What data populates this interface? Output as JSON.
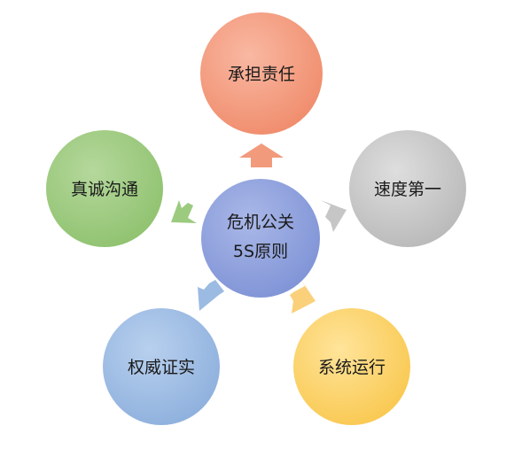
{
  "center": {
    "line1": "危机公关",
    "line2": "5S原则",
    "color_light": "#aab8e8",
    "color_dark": "#7f93d6"
  },
  "nodes": [
    {
      "key": "top",
      "label": "承担责任",
      "color_light": "#f9b8a2",
      "color_dark": "#f08c6c",
      "arrow": "#f29a7c"
    },
    {
      "key": "right",
      "label": "速度第一",
      "color_light": "#dedede",
      "color_dark": "#b9b9b9",
      "arrow": "#c6c6c6"
    },
    {
      "key": "bottom-right",
      "label": "系统运行",
      "color_light": "#ffe49a",
      "color_dark": "#f9c850",
      "arrow": "#fad07a"
    },
    {
      "key": "bottom-left",
      "label": "权威证实",
      "color_light": "#b8d0ee",
      "color_dark": "#8eb0dd",
      "arrow": "#9cbbe2"
    },
    {
      "key": "left",
      "label": "真诚沟通",
      "color_light": "#b5d89c",
      "color_dark": "#8fc26f",
      "arrow": "#9ccb80"
    }
  ]
}
